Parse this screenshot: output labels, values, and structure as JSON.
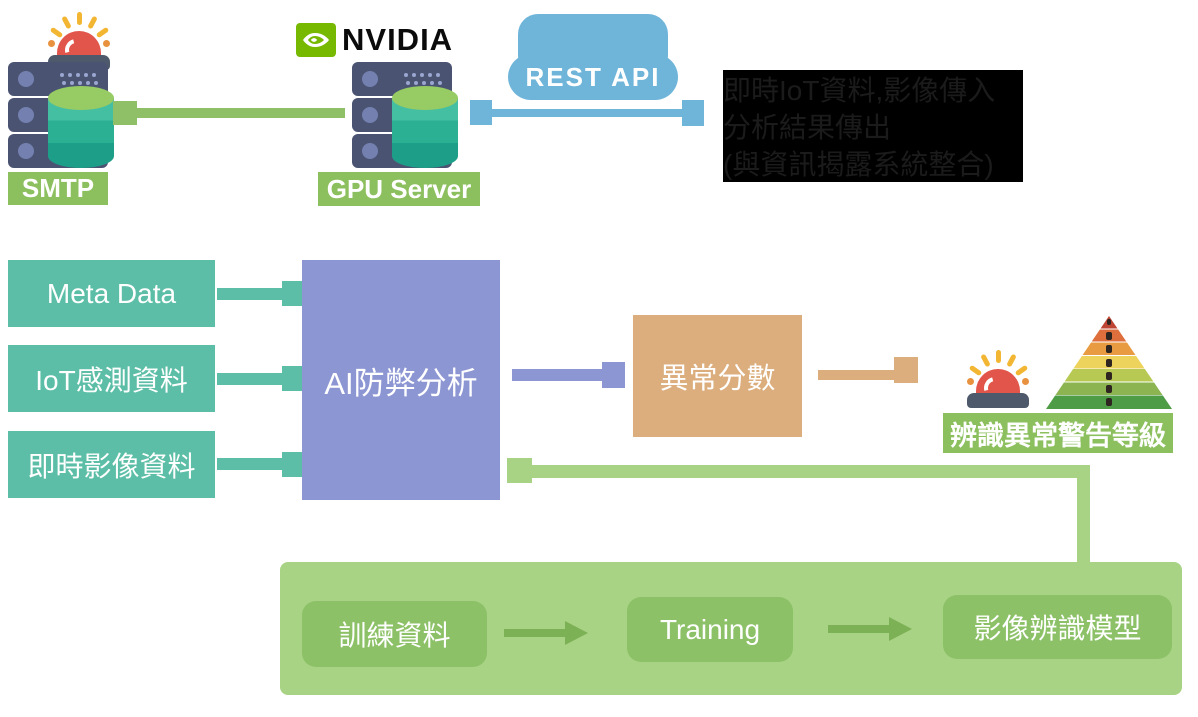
{
  "diagram": {
    "smtp": {
      "label": "SMTP"
    },
    "gpu": {
      "label": "GPU Server",
      "brand": "NVIDIA"
    },
    "rest_api": {
      "label": "REST API"
    },
    "note": {
      "lines": [
        "即時IoT資料,影像傳入",
        "分析結果傳出",
        "(與資訊揭露系統整合)"
      ]
    },
    "inputs": [
      {
        "label": "Meta Data"
      },
      {
        "label": "IoT感測資料"
      },
      {
        "label": "即時影像資料"
      }
    ],
    "ai": {
      "label": "AI防弊分析"
    },
    "score": {
      "label": "異常分數"
    },
    "alert": {
      "label": "辨識異常警告等級"
    },
    "training": {
      "data": "訓練資料",
      "process": "Training",
      "model": "影像辨識模型"
    }
  },
  "colors": {
    "teal": "#5CBEA6",
    "purple": "#8C96D3",
    "orange": "#DCAE7D",
    "labelGreen": "#8CBF5E",
    "containerGreen": "#A9D384",
    "innerGreen": "#8CC167",
    "bottomArrowGreen": "#7DB156",
    "topArrowGreen": "#8FC068",
    "blue": "#6FB5DA",
    "nvidiaGreen": "#76B900",
    "serverDark": "#4A5472",
    "serverAccent": "#7480B0",
    "dbTop": "#97CB63",
    "dbBand1": "#45BFA2",
    "dbBand2": "#2BB093",
    "dbBand3": "#1D9E88",
    "alarmRed": "#E2554A",
    "alarmBase": "#4E5A6B",
    "rayYellow": "#F2B632",
    "rayOrange": "#E8923F",
    "noteBg": "#000000",
    "noteText": "#1B1B1B",
    "pyramid": [
      "#BE4434",
      "#DE6E3C",
      "#E89B40",
      "#EDD35B",
      "#B7C953",
      "#8CB450",
      "#4E9C46"
    ]
  }
}
